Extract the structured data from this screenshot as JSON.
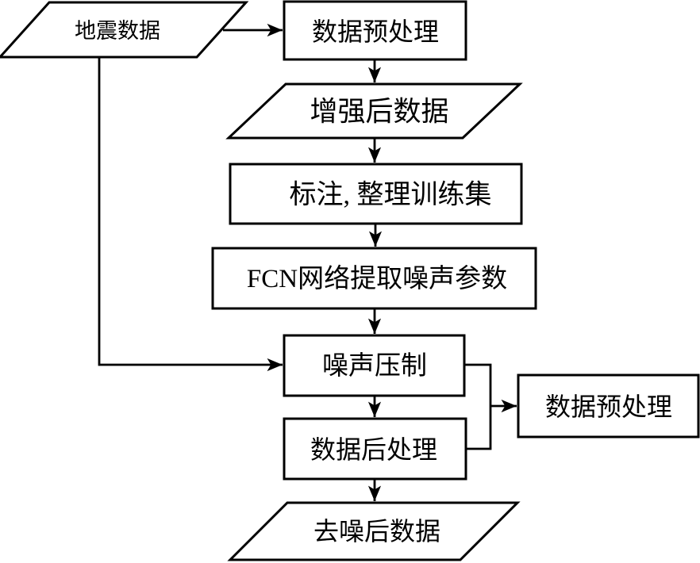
{
  "diagram": {
    "background": "#ffffff",
    "stroke_color": "#000000",
    "node_fill": "#ffffff",
    "nodes": {
      "seismic_data": {
        "label": "地震数据",
        "shape": "parallelogram"
      },
      "preprocess_top": {
        "label": "数据预处理",
        "shape": "rectangle"
      },
      "enhanced_data": {
        "label": "增强后数据",
        "shape": "parallelogram"
      },
      "label_training": {
        "label": "标注, 整理训练集",
        "shape": "rectangle"
      },
      "fcn_extract": {
        "label": "FCN网络提取噪声参数",
        "shape": "rectangle"
      },
      "noise_suppress": {
        "label": "噪声压制",
        "shape": "rectangle"
      },
      "postprocess": {
        "label": "数据后处理",
        "shape": "rectangle"
      },
      "preprocess_right": {
        "label": "数据预处理",
        "shape": "rectangle"
      },
      "denoised_data": {
        "label": "去噪后数据",
        "shape": "parallelogram"
      }
    },
    "edges": [
      {
        "from": "seismic_data",
        "to": "preprocess_top"
      },
      {
        "from": "preprocess_top",
        "to": "enhanced_data"
      },
      {
        "from": "enhanced_data",
        "to": "label_training"
      },
      {
        "from": "label_training",
        "to": "fcn_extract"
      },
      {
        "from": "fcn_extract",
        "to": "noise_suppress"
      },
      {
        "from": "seismic_data",
        "to": "noise_suppress"
      },
      {
        "from": "noise_suppress",
        "to": "postprocess"
      },
      {
        "from": "postprocess",
        "to": "denoised_data"
      },
      {
        "from": "noise_suppress",
        "to": "preprocess_right"
      },
      {
        "from": "postprocess",
        "to": "preprocess_right"
      }
    ]
  }
}
